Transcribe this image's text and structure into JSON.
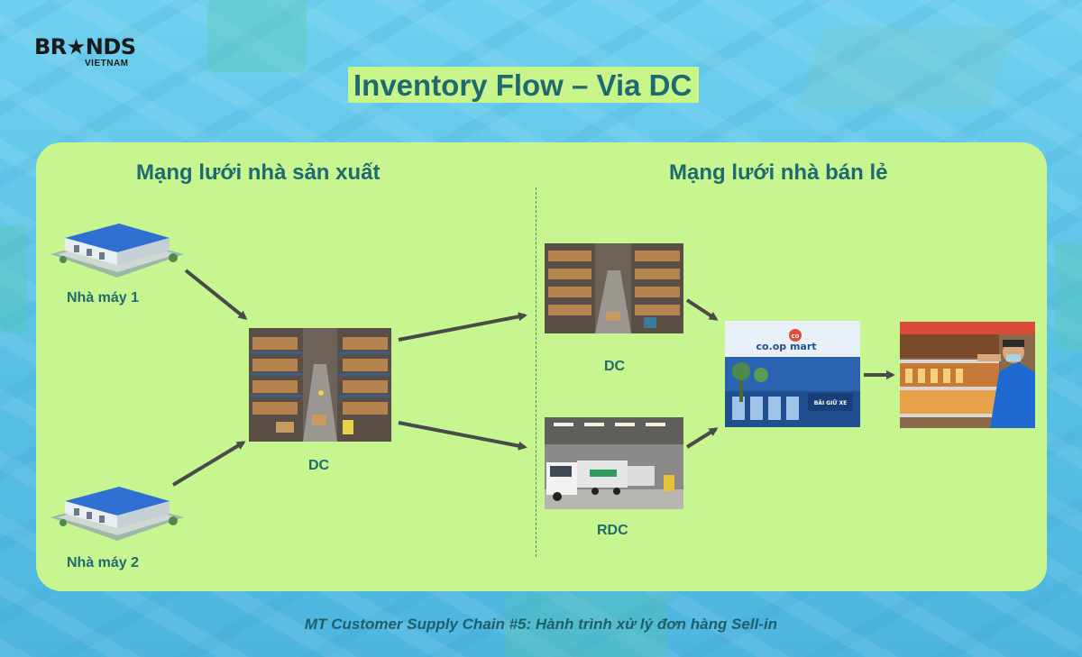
{
  "logo": {
    "main": "BR★NDS",
    "sub": "VIETNAM"
  },
  "title": "Inventory Flow – Via DC",
  "headings": {
    "manufacturer": "Mạng lưới nhà sản xuất",
    "retail": "Mạng lưới nhà bán lẻ"
  },
  "nodes": {
    "factory1": "Nhà máy 1",
    "factory2": "Nhà máy 2",
    "dc_center": "DC",
    "dc_retail": "DC",
    "rdc": "RDC"
  },
  "store_sign": {
    "brand": "co.op mart",
    "badge": "co",
    "parking": "BÃI GIỮ XE"
  },
  "caption": "MT Customer Supply Chain #5: Hành trình xử lý đơn hàng Sell-in",
  "colors": {
    "panel": "#c7f58f",
    "title_highlight": "#c8f58a",
    "text_teal": "#1f6a70",
    "arrow": "#4a4a4a"
  },
  "icons": {
    "factory": "factory-building-icon",
    "warehouse": "warehouse-shelves-icon",
    "truck": "truck-icon",
    "store": "store-front-icon",
    "shelf": "supermarket-shelf-icon"
  }
}
